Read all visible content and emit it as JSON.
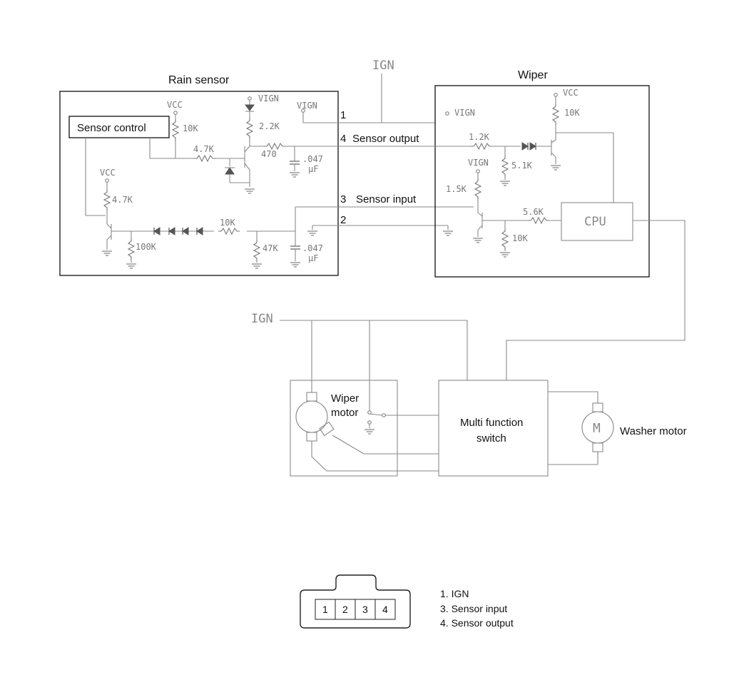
{
  "blocks": {
    "rain_sensor": "Rain sensor",
    "wiper": "Wiper",
    "sensor_control": "Sensor control",
    "cpu": "CPU",
    "wiper_motor_line1": "Wiper",
    "wiper_motor_line2": "motor",
    "mfs_line1": "Multi function",
    "mfs_line2": "switch",
    "washer_motor": "Washer motor",
    "motor_symbol": "M"
  },
  "supply": {
    "ign_top": "IGN",
    "ign_mid": "IGN",
    "vcc": "VCC",
    "vign": "VIGN"
  },
  "connections": {
    "pin1": "1",
    "pin4": "4",
    "pin4_label": "Sensor output",
    "pin3": "3",
    "pin3_label": "Sensor input",
    "pin2": "2"
  },
  "components": {
    "r_10k_a": "10K",
    "r_2_2k": "2.2K",
    "r_4_7k_a": "4.7K",
    "r_470": "470",
    "cap_047_a": ".047",
    "cap_uf": "µF",
    "r_4_7k_b": "4.7K",
    "r_10k_b": "10K",
    "r_100k": "100K",
    "r_47k": "47K",
    "cap_047_b": ".047",
    "r_10k_c": "10K",
    "r_1_2k": "1.2K",
    "r_5_1k": "5.1K",
    "r_1_5k": "1.5K",
    "r_5_6k": "5.6K",
    "r_10k_d": "10K"
  },
  "connector": {
    "pins": [
      "1",
      "2",
      "3",
      "4"
    ],
    "legend": [
      "1. IGN",
      "3. Sensor input",
      "4. Sensor output"
    ]
  }
}
